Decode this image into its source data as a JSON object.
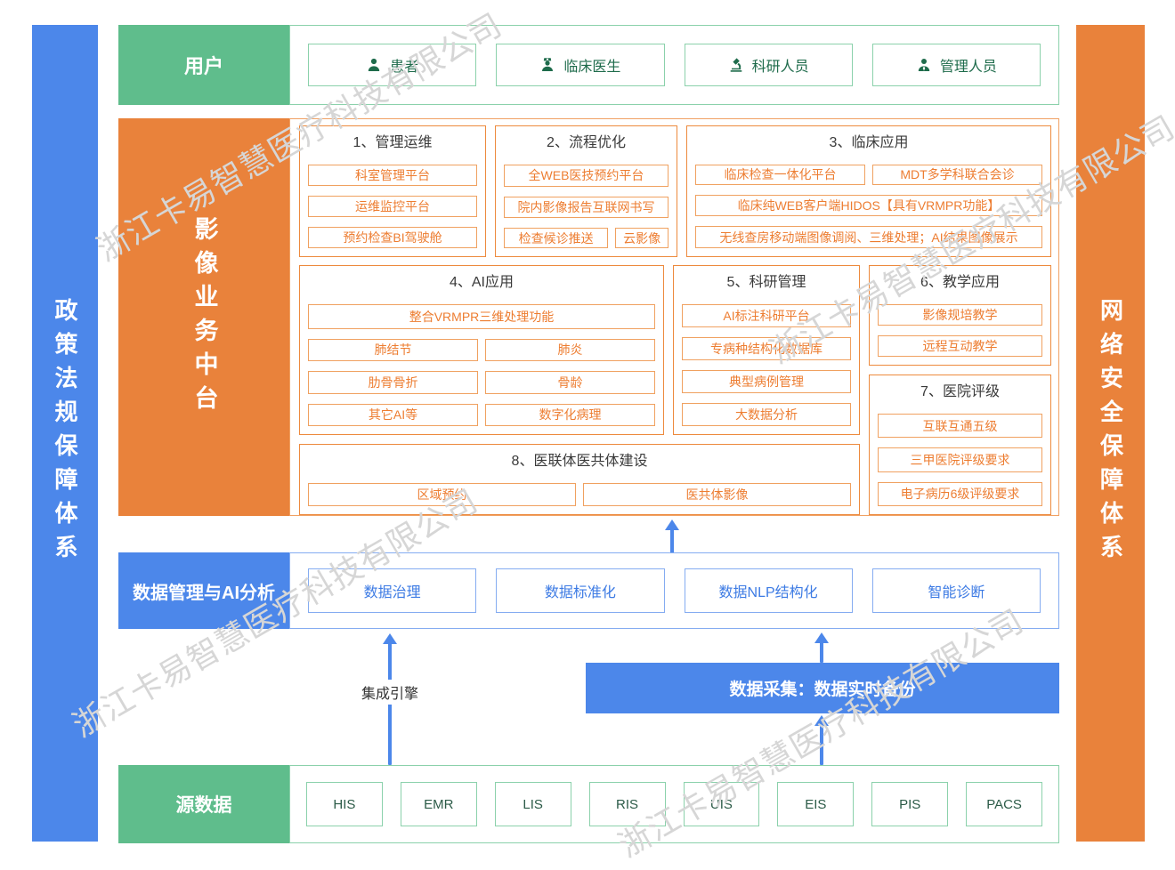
{
  "watermark": {
    "text": "浙江卡易智慧医疗科技有限公司",
    "color": "#D6D6D6"
  },
  "colors": {
    "green": "#5FBD8C",
    "orange": "#E9823B",
    "blue": "#4C87EA",
    "orange_item_text": "#ED7D31",
    "green_item_text": "#1E6B4B",
    "blue_item_text": "#3D7BE4"
  },
  "side_bars": {
    "left": {
      "label": "政策法规保障体系"
    },
    "right": {
      "label": "网络安全保障体系"
    }
  },
  "users": {
    "header": "用户",
    "items": [
      {
        "label": "患者",
        "icon": "patient-icon"
      },
      {
        "label": "临床医生",
        "icon": "doctor-icon"
      },
      {
        "label": "科研人员",
        "icon": "microscope-icon"
      },
      {
        "label": "管理人员",
        "icon": "manager-icon"
      }
    ]
  },
  "platform": {
    "header": "影像业务中台",
    "sections": {
      "s1": {
        "title": "1、管理运维",
        "items": [
          "科室管理平台",
          "运维监控平台",
          "预约检查BI驾驶舱"
        ]
      },
      "s2": {
        "title": "2、流程优化",
        "items": [
          "全WEB医技预约平台",
          "院内影像报告互联网书写",
          "检查候诊推送",
          "云影像"
        ]
      },
      "s3": {
        "title": "3、临床应用",
        "items": [
          "临床检查一体化平台",
          "MDT多学科联合会诊",
          "临床纯WEB客户端HIDOS【具有VRMPR功能】",
          "无线查房移动端图像调阅、三维处理；AI结果图像展示"
        ]
      },
      "s4": {
        "title": "4、AI应用",
        "items": [
          "整合VRMPR三维处理功能",
          "肺结节",
          "肺炎",
          "肋骨骨折",
          "骨龄",
          "其它AI等",
          "数字化病理"
        ]
      },
      "s5": {
        "title": "5、科研管理",
        "items": [
          "AI标注科研平台",
          "专病种结构化数据库",
          "典型病例管理",
          "大数据分析"
        ]
      },
      "s6": {
        "title": "6、教学应用",
        "items": [
          "影像规培教学",
          "远程互动教学"
        ]
      },
      "s7": {
        "title": "7、医院评级",
        "items": [
          "互联互通五级",
          "三甲医院评级要求",
          "电子病历6级评级要求"
        ]
      },
      "s8": {
        "title": "8、医联体医共体建设",
        "items": [
          "区域预约",
          "医共体影像"
        ]
      }
    }
  },
  "data_ai": {
    "header": "数据管理与AI分析",
    "items": [
      "数据治理",
      "数据标准化",
      "数据NLP结构化",
      "智能诊断"
    ]
  },
  "middle": {
    "integration_engine": "集成引擎",
    "collection": "数据采集：数据实时备份"
  },
  "source": {
    "header": "源数据",
    "items": [
      "HIS",
      "EMR",
      "LIS",
      "RIS",
      "UIS",
      "EIS",
      "PIS",
      "PACS"
    ]
  }
}
